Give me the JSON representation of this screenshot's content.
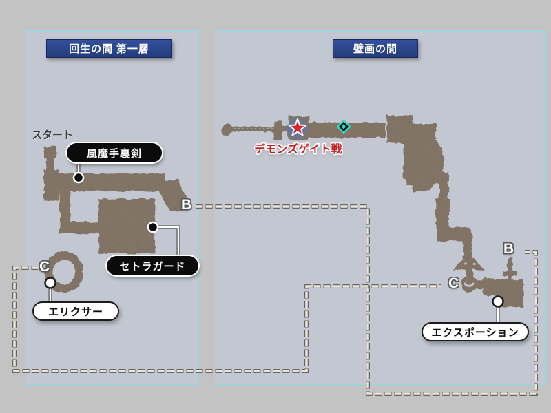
{
  "panels": {
    "left": {
      "title": "回生の間 第一層"
    },
    "right": {
      "title": "壁画の間"
    }
  },
  "labels": {
    "start": "スタート",
    "fuma_shuriken": "風魔手裏剣",
    "cetra_guard": "セトラガード",
    "elixir": "エリクサー",
    "ex_potion": "エクスポーション",
    "demons_gate_battle": "デモンズゲイト戦"
  },
  "markers": {
    "b_left": "B",
    "c_left": "C",
    "b_right": "B",
    "c_right": "C"
  },
  "icons": {
    "star": "boss-battle-star-icon",
    "materia": "materia-diamond-icon"
  },
  "colors": {
    "page_bg": "#c3c3c3",
    "panel_bg": "#c3c7d1",
    "panel_border": "#8adfe3",
    "title_bg": "#2b4487",
    "map_fill": "#87796a",
    "battle_text": "#c41f1f",
    "star_red": "#d32828",
    "star_glow": "#3b7cf0",
    "materia_teal": "#35d8c2",
    "dash_light": "#ece4d6",
    "dash_dark": "#666666"
  }
}
